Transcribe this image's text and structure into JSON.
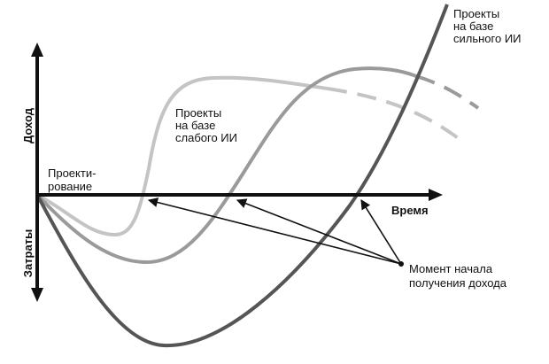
{
  "axes": {
    "y_top": "Доход",
    "y_bottom": "Затраты",
    "x": "Время"
  },
  "labels": {
    "design_line1": "Проекти-",
    "design_line2": "рование",
    "weak_line1": "Проекты",
    "weak_line2": "на базе",
    "weak_line3": "слабого ИИ",
    "strong_line1": "Проекты",
    "strong_line2": "на базе",
    "strong_line3": "сильного ИИ",
    "moment_line1": "Момент начала",
    "moment_line2": "получения дохода"
  },
  "colors": {
    "weak_curve": "#c4c4c4",
    "middle_curve": "#9a9a9a",
    "strong_curve": "#555555",
    "axis": "#111111"
  }
}
